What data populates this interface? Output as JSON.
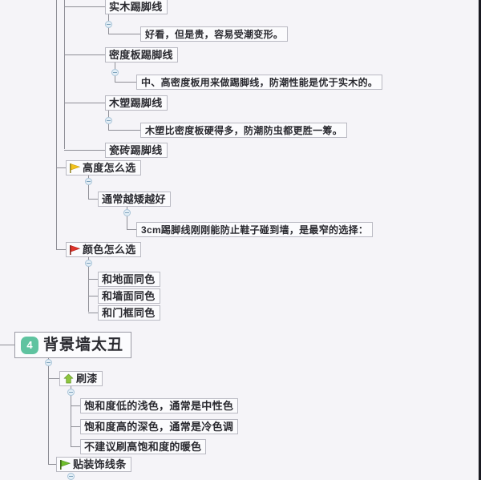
{
  "app": {
    "type": "mindmap",
    "background_color": "#f5f4f8",
    "node_fill": "#fbfbfd",
    "node_border": "#b9b9c2",
    "line_color": "#8e8e96"
  },
  "icons": {
    "flag_yellow": "flag-yellow-icon",
    "flag_red": "flag-red-icon",
    "flag_green": "flag-green-icon",
    "arrow_up_green": "arrow-up-green-icon",
    "badge_number": "number-badge-icon",
    "collapse": "collapse-handle-icon"
  },
  "colors": {
    "flag_yellow": "#f2c21c",
    "flag_red": "#e0342b",
    "flag_green": "#6fbе2c",
    "arrow_green": "#8ec63f",
    "badge_green": "#5fc3a0"
  },
  "skirting": {
    "materials": [
      {
        "label": "实木踢脚线",
        "note": "好看，但是贵，容易受潮变形。"
      },
      {
        "label": "密度板踢脚线",
        "note": "中、高密度板用来做踢脚线，防潮性能是优于实木的。"
      },
      {
        "label": "木塑踢脚线",
        "note": "木塑比密度板硬得多，防潮防虫都更胜一筹。"
      },
      {
        "label": "瓷砖踢脚线",
        "note": ""
      }
    ],
    "height_topic": {
      "label": "高度怎么选",
      "flag": "flag-yellow-icon",
      "child": "通常越矮越好",
      "grandchild": "3cm踢脚线刚刚能防止鞋子碰到墙，是最窄的选择："
    },
    "color_topic": {
      "label": "颜色怎么选",
      "flag": "flag-red-icon",
      "children": [
        "和地面同色",
        "和墙面同色",
        "和门框同色"
      ]
    }
  },
  "background_wall": {
    "number": "4",
    "label": "背景墙太丑",
    "paint": {
      "label": "刷漆",
      "icon": "arrow-up-green-icon",
      "children": [
        "饱和度低的浅色，通常是中性色",
        "饱和度高的深色，通常是冷色调",
        "不建议刷高饱和度的暖色"
      ]
    },
    "trim": {
      "label": "贴装饰线条",
      "icon": "flag-green-icon"
    }
  }
}
